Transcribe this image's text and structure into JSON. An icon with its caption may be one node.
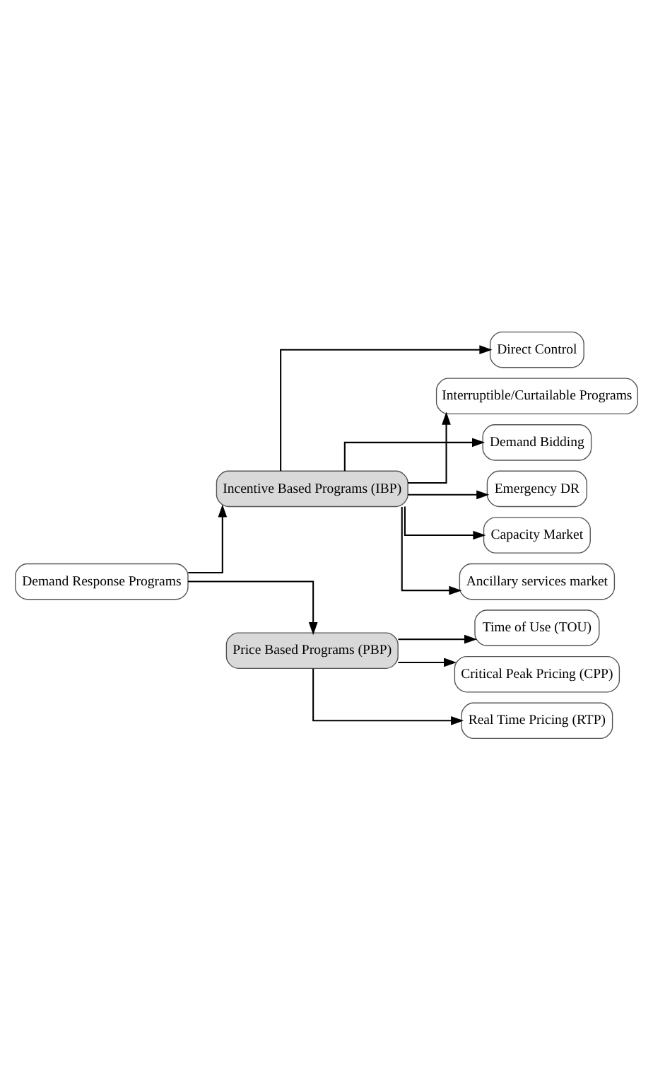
{
  "diagram": {
    "nodes": [
      {
        "text": [
          "Demand Response Programs"
        ]
      },
      {
        "text": [
          "Incentive Based Programs (IBP)"
        ]
      },
      {
        "text": [
          "Direct Control"
        ]
      },
      {
        "text": [
          "Interruptible/Curtailable Programs"
        ]
      },
      {
        "text": [
          "Demand Bidding"
        ]
      },
      {
        "text": [
          "Emergency DR"
        ]
      },
      {
        "text": [
          "Capacity Market"
        ]
      },
      {
        "text": [
          "Ancillary services market"
        ]
      },
      {
        "text": [
          "Price Based Programs (PBP)"
        ]
      },
      {
        "text": [
          "Time of Use (TOU)"
        ]
      },
      {
        "text": [
          "Critical Peak Pricing (CPP)"
        ]
      },
      {
        "text": [
          "Real Time Pricing (RTP)"
        ]
      }
    ],
    "edges": [
      {
        "from": 0,
        "to": 1,
        "arrow": "to"
      },
      {
        "from": 1,
        "to": 2,
        "arrow": "to"
      },
      {
        "from": 1,
        "to": 3,
        "arrow": "to"
      },
      {
        "from": 1,
        "to": 4,
        "arrow": "to"
      },
      {
        "from": 1,
        "to": 5,
        "arrow": "to"
      },
      {
        "from": 1,
        "to": 6,
        "arrow": "to"
      },
      {
        "from": 1,
        "to": 7,
        "arrow": "to"
      },
      {
        "from": 0,
        "to": 8,
        "arrow": "to"
      },
      {
        "from": 8,
        "to": 9,
        "arrow": "to"
      },
      {
        "from": 8,
        "to": 10,
        "arrow": "to"
      },
      {
        "from": 8,
        "to": 11,
        "arrow": "to"
      }
    ]
  }
}
